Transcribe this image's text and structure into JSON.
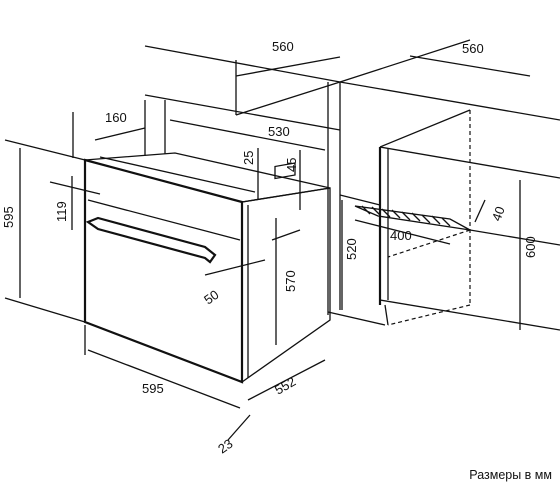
{
  "dimensions": {
    "niche_width_top_left": "560",
    "niche_width_top_right": "560",
    "oven_depth_top": "160",
    "oven_width_top": "530",
    "gap_25": "25",
    "gap_45": "45",
    "oven_total_height": "595",
    "panel_height": "119",
    "niche_height": "520",
    "niche_height_right": "600",
    "body_height": "570",
    "handle_offset": "50",
    "oven_width_bottom": "595",
    "oven_depth_bottom": "552",
    "door_thickness": "23",
    "vent_width": "400",
    "vent_depth": "40"
  },
  "caption": "Размеры в мм",
  "colors": {
    "line": "#111111",
    "background": "#ffffff"
  }
}
